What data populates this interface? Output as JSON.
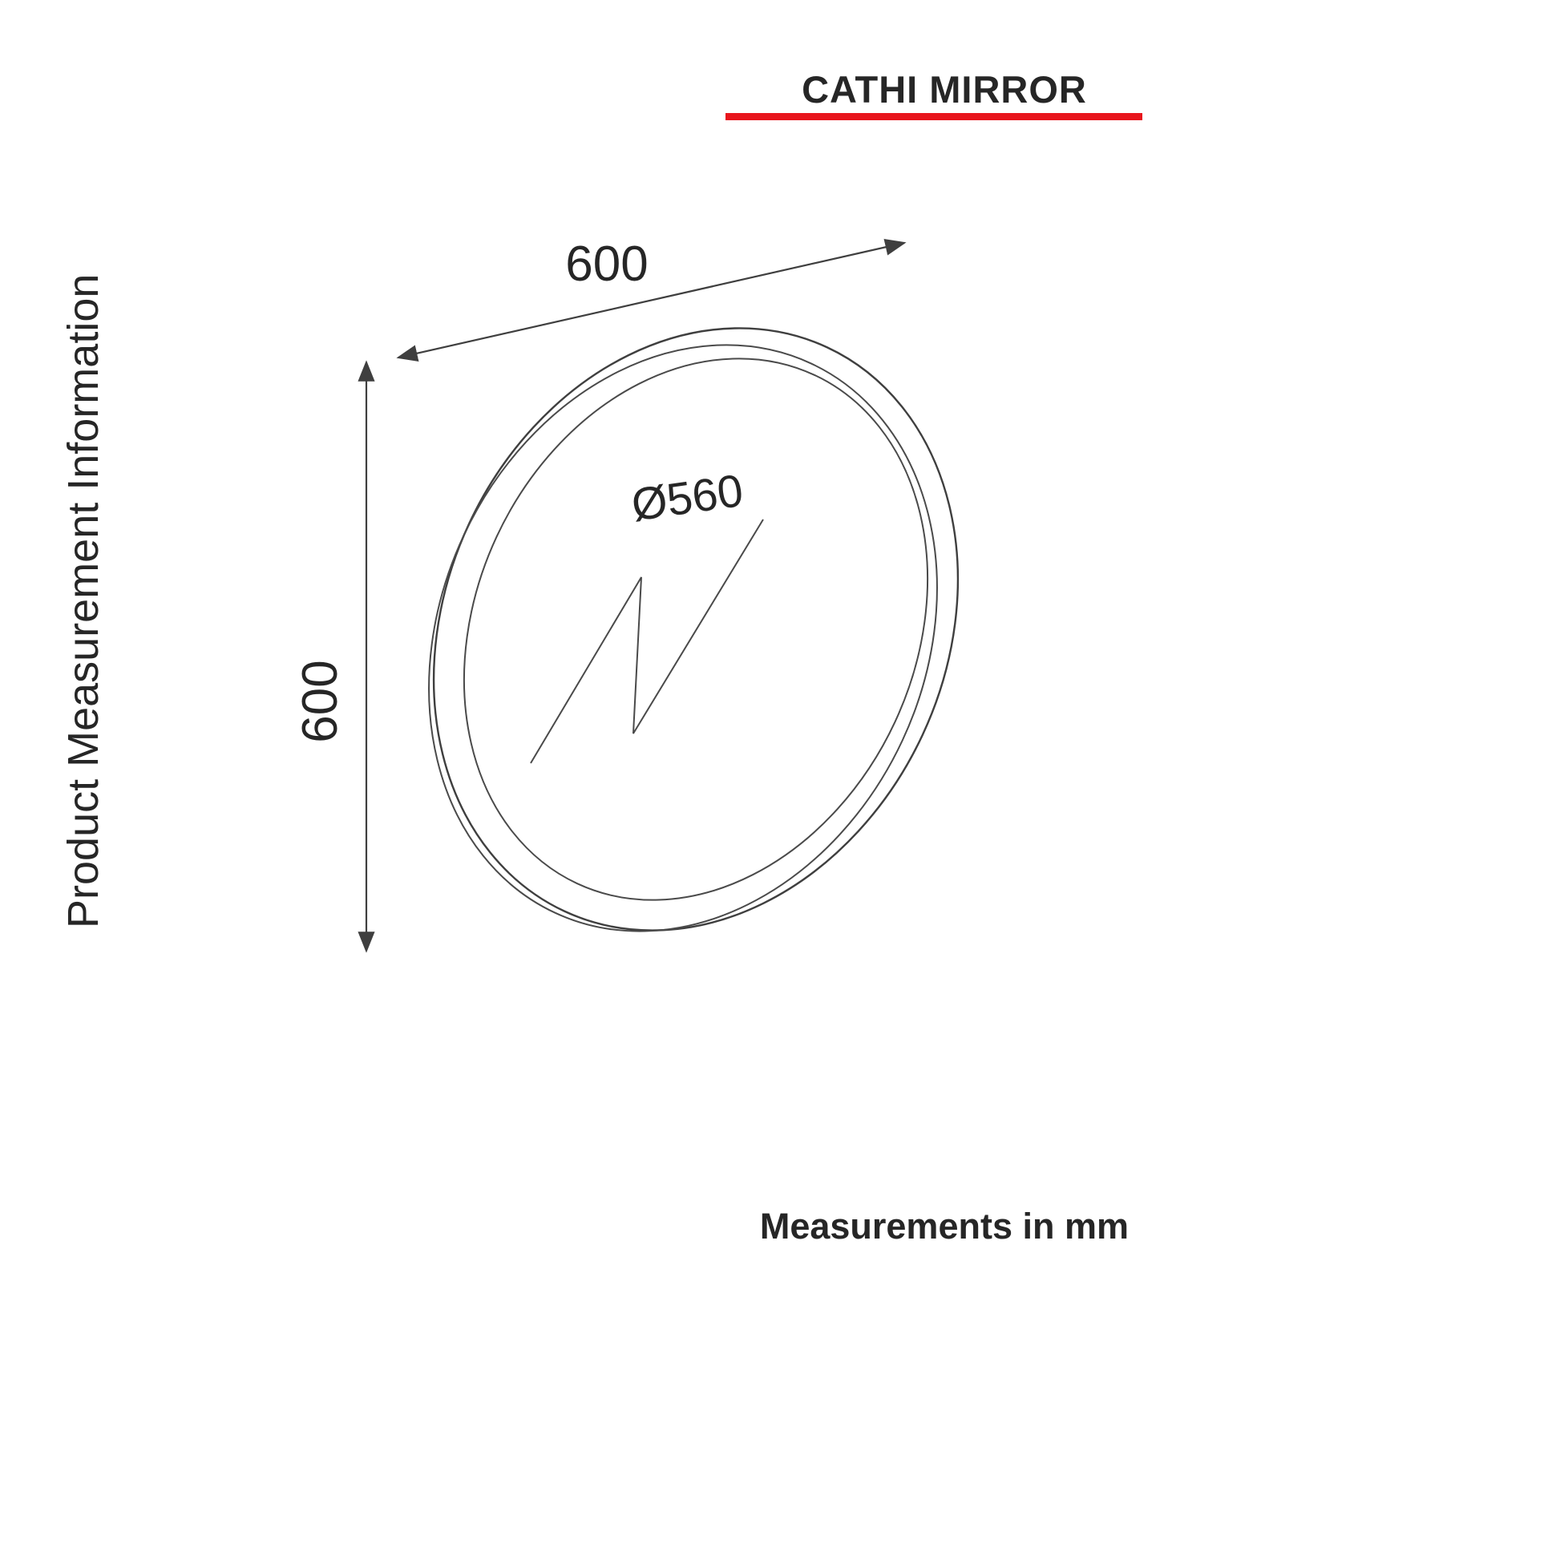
{
  "header": {
    "title": "CATHI MIRROR"
  },
  "side_label": "Product Measurement Information",
  "footer": "Measurements in mm",
  "drawing": {
    "figure": "round-mirror-perspective",
    "width_label": "600",
    "height_label": "600",
    "diameter_label": "Ø560"
  },
  "colors": {
    "accent_red": "#e8161d",
    "line": "#3f3f3f",
    "text": "#262626"
  }
}
